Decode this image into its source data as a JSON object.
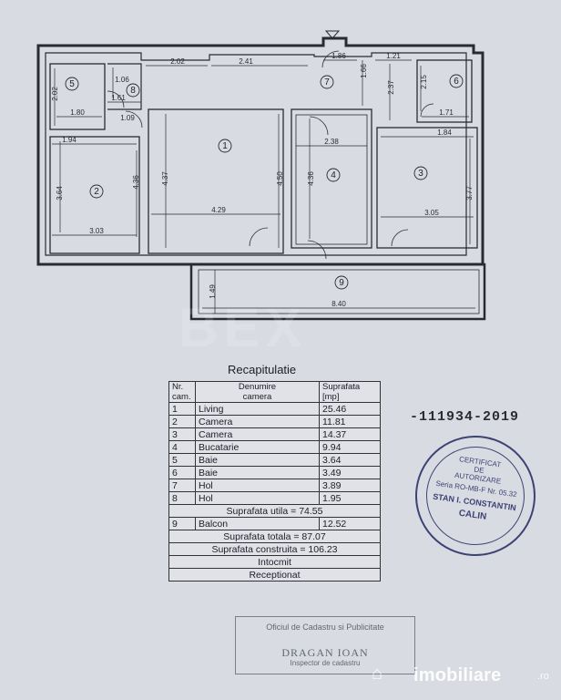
{
  "plan": {
    "room_numbers": [
      "1",
      "2",
      "3",
      "4",
      "5",
      "6",
      "7",
      "8",
      "9"
    ],
    "dimensions": [
      "2.02",
      "2.41",
      "1.86",
      "1.21",
      "1.06",
      "1.61",
      "2.02",
      "1.80",
      "1.09",
      "1.66",
      "2.37",
      "2.15",
      "1.71",
      "1.94",
      "1.84",
      "2.38",
      "3.64",
      "4.36",
      "4.37",
      "4.50",
      "4.36",
      "3.77",
      "3.03",
      "4.29",
      "3.05",
      "1.49",
      "8.40"
    ]
  },
  "recap": {
    "title": "Recapitulatie",
    "headers": [
      "Nr.\ncam.",
      "Denumire\ncamera",
      "Suprafata\n[mp]"
    ],
    "rooms": [
      {
        "nr": "1",
        "name": "Living",
        "area": "25.46"
      },
      {
        "nr": "2",
        "name": "Camera",
        "area": "11.81"
      },
      {
        "nr": "3",
        "name": "Camera",
        "area": "14.37"
      },
      {
        "nr": "4",
        "name": "Bucatarie",
        "area": "9.94"
      },
      {
        "nr": "5",
        "name": "Baie",
        "area": "3.64"
      },
      {
        "nr": "6",
        "name": "Baie",
        "area": "3.49"
      },
      {
        "nr": "7",
        "name": "Hol",
        "area": "3.89"
      },
      {
        "nr": "8",
        "name": "Hol",
        "area": "1.95"
      }
    ],
    "useful": "Suprafata utila = 74.55",
    "balcony": {
      "nr": "9",
      "name": "Balcon",
      "area": "12.52"
    },
    "total": "Suprafata totala = 87.07",
    "built": "Suprafata construita = 106.23",
    "built2": "Intocmit",
    "received": "Receptionat"
  },
  "registration": "-111934-2019",
  "stamp": {
    "line1": "CERTIFICAT\nDE\nAUTORIZARE",
    "line2": "Seria RO-MB-F Nr. 05.32",
    "line3": "STAN I. CONSTANTIN",
    "line4": "CALIN"
  },
  "stamp2": {
    "line1": "Oficiul de Cadastru si Publicitate",
    "line2": "DRAGAN IOAN",
    "line3": "Inspector de cadastru"
  },
  "watermark": {
    "brand": "imobiliare",
    "suffix": ".ro",
    "logo": "house-icon"
  }
}
